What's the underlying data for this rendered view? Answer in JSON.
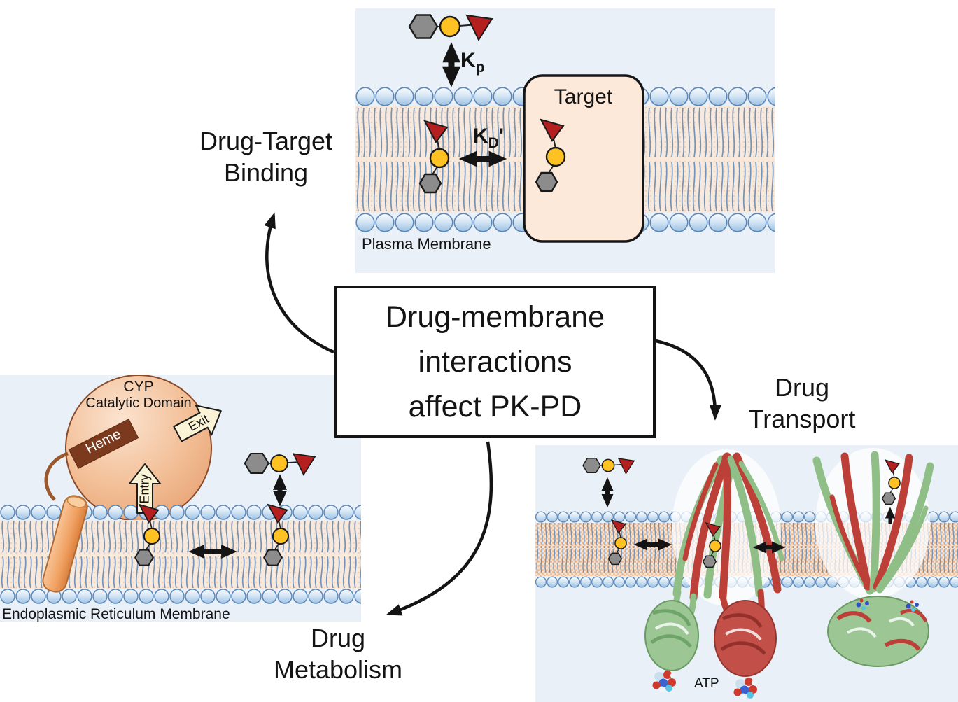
{
  "center_box": {
    "lines": [
      "Drug-membrane",
      "interactions",
      "affect PK-PD"
    ]
  },
  "section_labels": {
    "binding": [
      "Drug-Target",
      "Binding"
    ],
    "transport": [
      "Drug",
      "Transport"
    ],
    "metabolism": [
      "Drug",
      "Metabolism"
    ]
  },
  "plasma_panel": {
    "membrane_label": "Plasma Membrane",
    "target_label": "Target",
    "kp": {
      "symbol": "K",
      "subscript": "p"
    },
    "kd": {
      "symbol": "K",
      "subscript": "D",
      "prime": "'"
    }
  },
  "er_panel": {
    "membrane_label": "Endoplasmic Reticulum Membrane",
    "cyp_line1": "CYP",
    "cyp_line2": "Catalytic Domain",
    "heme_label": "Heme",
    "entry_label": "Entry",
    "exit_label": "Exit"
  },
  "transport_panel": {
    "atp_label": "ATP"
  },
  "icons": {
    "drug_molecule": "hexagon-circle-triangle drug glyph",
    "double_arrow": "equilibrium double-headed arrow",
    "block_arrow": "substrate channel block arrow",
    "transporter": "red-green ribbon ABC transporter",
    "atp_molecule": "space-filling ATP cluster"
  },
  "colors": {
    "panel_background": "#eaf0f8",
    "membrane_core": "#f8e9dd",
    "lipid_head": "#bdd7ee",
    "lipid_outline": "#5b87b8",
    "tail_line": "#7493b8",
    "target_fill": "#fce9da",
    "drug_hexagon": "#8c8c8c",
    "drug_circle": "#ffc222",
    "drug_triangle": "#b41f1f",
    "cyp_fill": "#f2bb92",
    "heme_fill": "#7b3a1d",
    "gate_arrow_fill": "#fbf3d5",
    "anchor_helix": "#f3a668",
    "ribbon_green": "#8fbf87",
    "ribbon_red": "#bc4038",
    "arrow_color": "#141414"
  }
}
